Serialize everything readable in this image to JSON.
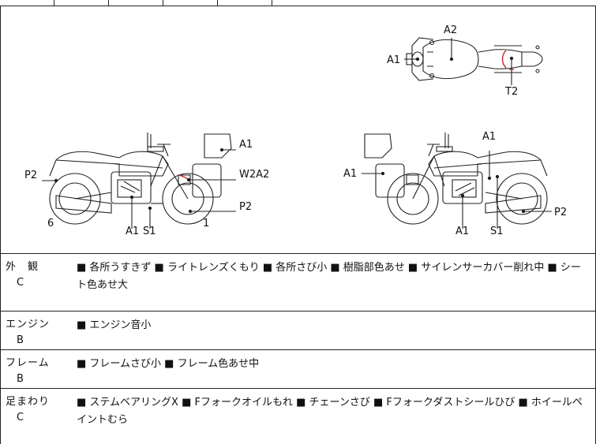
{
  "sections": {
    "exterior": {
      "name": "外　観",
      "grade": "C",
      "text": "■ 各所うすきず ■ ライトレンズくもり ■ 各所さび小 ■ 樹脂部色あせ ■ サイレンサーカバー削れ中 ■ シート色あせ大"
    },
    "engine": {
      "name": "エンジン",
      "grade": "B",
      "text": "■ エンジン音小"
    },
    "frame": {
      "name": "フレーム",
      "grade": "B",
      "text": "■ フレームさび小 ■ フレーム色あせ中"
    },
    "suspension": {
      "name": "足まわり",
      "grade": "C",
      "text": "■ ステムベアリングX ■ Fフォークオイルもれ ■ チェーンさび ■ Fフォークダストシールひび ■ ホイールペイントむら"
    }
  },
  "diagram": {
    "top_view": {
      "a2": "A2",
      "a1": "A1",
      "t2": "T2"
    },
    "left_view": {
      "a1_top": "A1",
      "w2a2": "W2A2",
      "p2_front": "P2",
      "p2_rear": "P2",
      "a1_bottom": "A1",
      "s1": "S1",
      "num6": "6",
      "num1": "1"
    },
    "right_view": {
      "a1_top": "A1",
      "a1_left": "A1",
      "p2": "P2",
      "a1_bottom": "A1",
      "s1": "S1"
    }
  },
  "colors": {
    "line": "#222222",
    "damage_mark": "#cc2222"
  }
}
